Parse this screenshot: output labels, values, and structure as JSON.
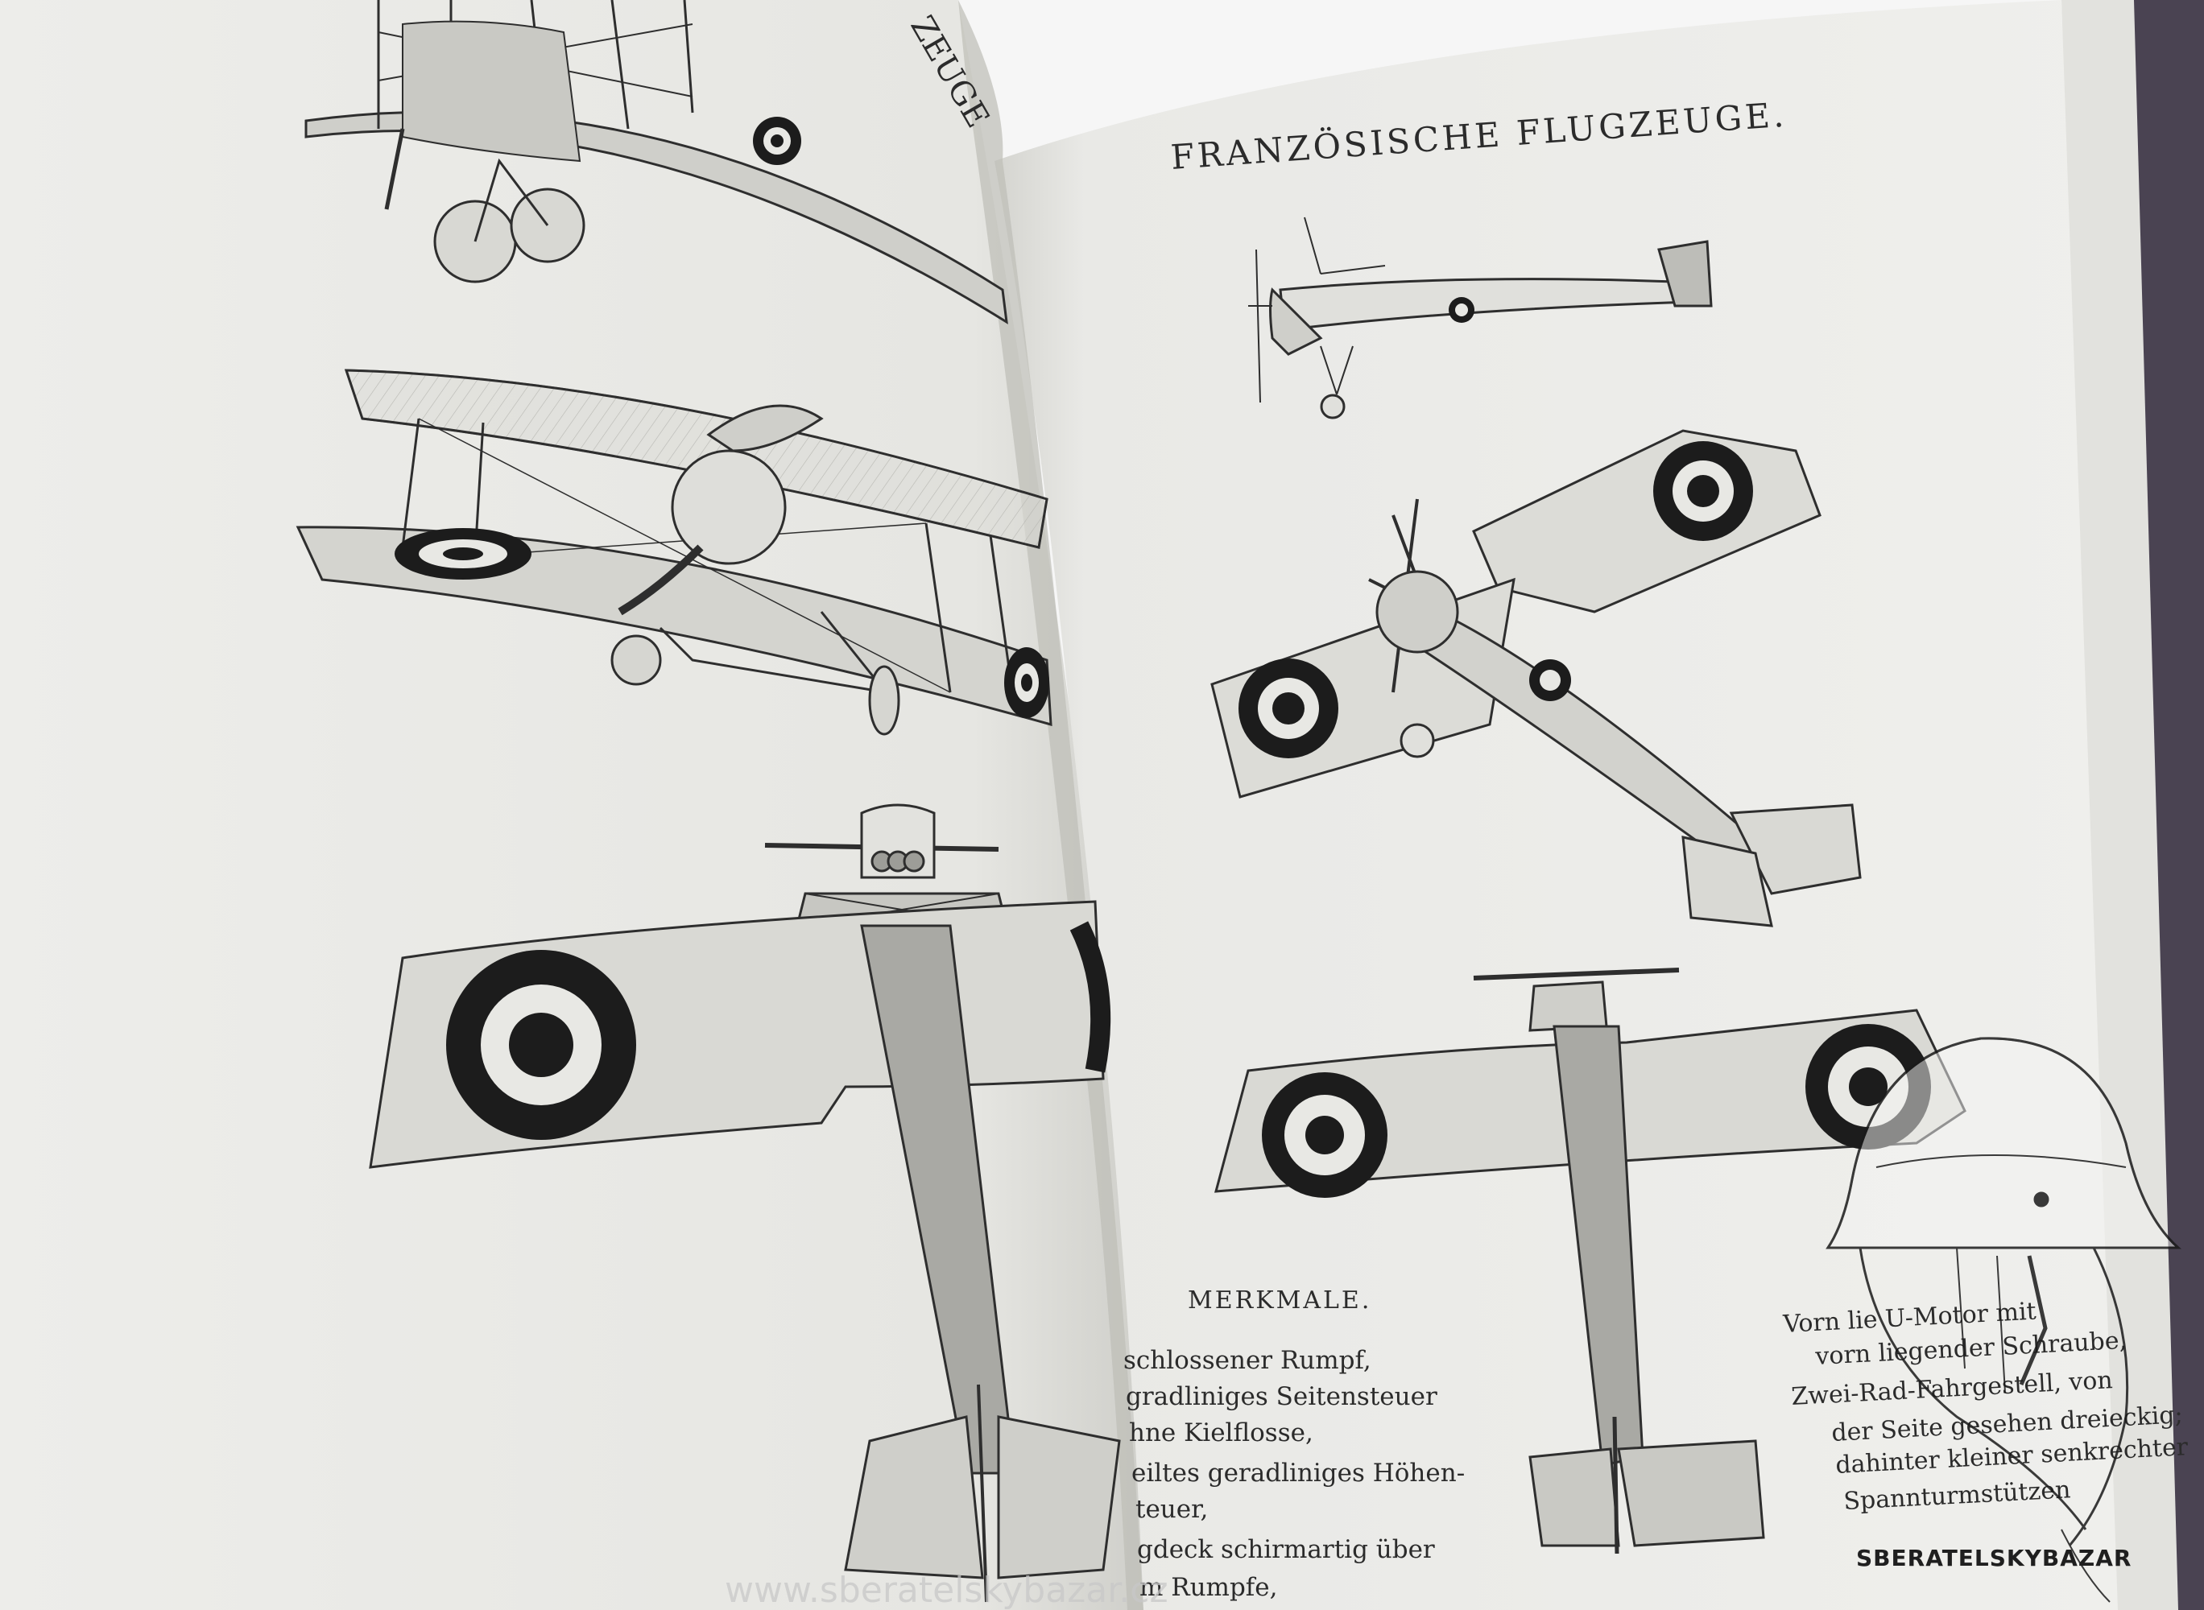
{
  "book": {
    "left_page": {
      "running_head_fragment": "ZEUGE"
    },
    "right_page": {
      "heading": "FRANZÖSISCHE FLUGZEUGE.",
      "merkmale_heading": "MERKMALE.",
      "merkmale_lines": [
        "schlossener Rumpf,",
        "gradliniges Seitensteuer",
        "hne Kielflosse,",
        "eiltes geradliniges Höhen-",
        "teuer,",
        "gdeck schirmartig über",
        "m Rumpfe,"
      ],
      "right_column_lines": [
        "Vorn lie          U-Motor mit",
        "vorn liegender Schraube,",
        "Zwei-Rad-Fahrgestell, von",
        "der Seite gesehen dreieckig;",
        "dahinter kleiner senkrechter",
        "Spannturmstützen"
      ]
    }
  },
  "watermark": {
    "brand": "SBERATELSKYBAZAR",
    "url": "www.sberatelskybazar.cz"
  },
  "colors": {
    "page": "#ebebe8",
    "ink": "#2b2b2b",
    "wing_fill": "#d7d7d2",
    "roundel": "#1c1c1c"
  }
}
